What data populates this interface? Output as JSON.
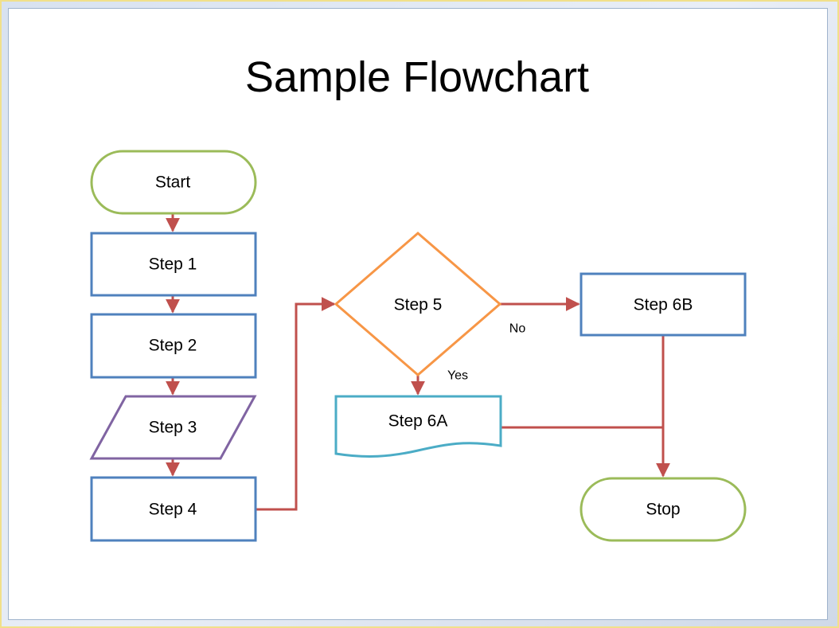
{
  "title": "Sample Flowchart",
  "colors": {
    "terminal": "#9bbb59",
    "process": "#4f81bd",
    "io": "#8064a2",
    "decision": "#f79646",
    "document": "#4bacc6",
    "connector": "#c0504d"
  },
  "nodes": {
    "start": "Start",
    "step1": "Step 1",
    "step2": "Step 2",
    "step3": "Step 3",
    "step4": "Step 4",
    "step5": "Step 5",
    "step6a": "Step 6A",
    "step6b": "Step 6B",
    "stop": "Stop"
  },
  "edge_labels": {
    "no": "No",
    "yes": "Yes"
  }
}
